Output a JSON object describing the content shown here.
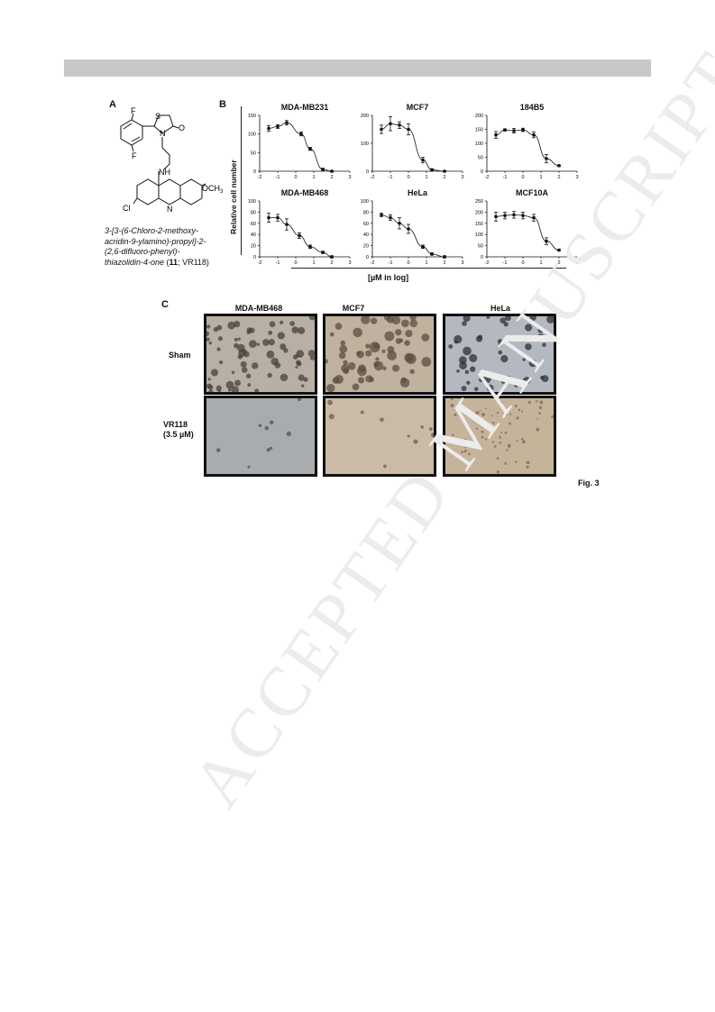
{
  "panel_labels": {
    "a": "A",
    "b": "B",
    "c": "C"
  },
  "structure": {
    "atoms": {
      "s": "S",
      "n": "N",
      "o": "O",
      "f1": "F",
      "f2": "F",
      "nh": "NH",
      "och3": "OCH",
      "och3_sub": "3",
      "cl": "Cl",
      "acridine_n": "N"
    },
    "caption": {
      "line1": "3-[3-(6-Chloro-2-methoxy-",
      "line2": "acridin-9-ylamino)-propyl]-2-",
      "line3": "(2,6-difluoro-phenyl)-",
      "line4a": "thiazolidin-4-one",
      "line4b": " (",
      "line4c": "11",
      "line4d": "; VR118)"
    }
  },
  "y_axis_label": "Relative cell number",
  "x_axis_label": "[µM in log]",
  "chart_data": [
    {
      "type": "scatter",
      "title": "MDA-MB231",
      "xlim": [
        -2,
        3
      ],
      "ylim": [
        0,
        150
      ],
      "xticks": [
        -2,
        -1,
        0,
        1,
        2,
        3
      ],
      "yticks": [
        0,
        50,
        100,
        150
      ],
      "x": [
        -1.5,
        -1,
        -0.5,
        0.3,
        0.8,
        1.5,
        2
      ],
      "y": [
        115,
        120,
        130,
        100,
        60,
        5,
        0
      ],
      "err": [
        8,
        5,
        6,
        5,
        4,
        3,
        2
      ]
    },
    {
      "type": "scatter",
      "title": "MCF7",
      "xlim": [
        -2,
        3
      ],
      "ylim": [
        0,
        200
      ],
      "xticks": [
        -2,
        -1,
        0,
        1,
        2,
        3
      ],
      "yticks": [
        0,
        100,
        200
      ],
      "x": [
        -1.5,
        -1,
        -0.5,
        0,
        0.8,
        1.3,
        2
      ],
      "y": [
        150,
        170,
        165,
        150,
        40,
        5,
        0
      ],
      "err": [
        15,
        25,
        12,
        20,
        10,
        4,
        2
      ]
    },
    {
      "type": "scatter",
      "title": "184B5",
      "xlim": [
        -2,
        3
      ],
      "ylim": [
        0,
        200
      ],
      "xticks": [
        -2,
        -1,
        0,
        1,
        2,
        3
      ],
      "yticks": [
        0,
        50,
        100,
        150,
        200
      ],
      "x": [
        -1.5,
        -1,
        -0.5,
        0,
        0.6,
        1.3,
        2
      ],
      "y": [
        130,
        148,
        145,
        148,
        130,
        45,
        20
      ],
      "err": [
        12,
        4,
        8,
        6,
        10,
        15,
        3
      ]
    },
    {
      "type": "scatter",
      "title": "MDA-MB468",
      "xlim": [
        -2,
        3
      ],
      "ylim": [
        0,
        100
      ],
      "xticks": [
        -2,
        -1,
        0,
        1,
        2,
        3
      ],
      "yticks": [
        0,
        20,
        40,
        60,
        80,
        100
      ],
      "x": [
        -1.5,
        -1,
        -0.5,
        0.2,
        0.8,
        1.5,
        2
      ],
      "y": [
        70,
        70,
        58,
        38,
        18,
        8,
        0
      ],
      "err": [
        8,
        6,
        10,
        5,
        3,
        2,
        2
      ]
    },
    {
      "type": "scatter",
      "title": "HeLa",
      "xlim": [
        -2,
        3
      ],
      "ylim": [
        0,
        100
      ],
      "xticks": [
        -2,
        -1,
        0,
        1,
        2,
        3
      ],
      "yticks": [
        0,
        20,
        40,
        60,
        80,
        100
      ],
      "x": [
        -1.5,
        -1,
        -0.5,
        0,
        0.8,
        1.3,
        2
      ],
      "y": [
        75,
        70,
        60,
        50,
        18,
        5,
        0
      ],
      "err": [
        3,
        5,
        10,
        8,
        3,
        2,
        2
      ]
    },
    {
      "type": "scatter",
      "title": "MCF10A",
      "xlim": [
        -2,
        3
      ],
      "ylim": [
        0,
        250
      ],
      "xticks": [
        -2,
        -1,
        0,
        1,
        2,
        3
      ],
      "yticks": [
        0,
        50,
        100,
        150,
        200,
        250
      ],
      "x": [
        -1.5,
        -1,
        -0.5,
        0,
        0.6,
        1.3,
        2
      ],
      "y": [
        180,
        185,
        188,
        185,
        175,
        70,
        30
      ],
      "err": [
        20,
        15,
        15,
        15,
        15,
        15,
        3
      ]
    }
  ],
  "colony_assay": {
    "columns": [
      "MDA-MB468",
      "MCF7",
      "HeLa"
    ],
    "row_sham": "Sham",
    "row_treat_line1": "VR118",
    "row_treat_line2": "(3.5 µM)"
  },
  "fig_label": "Fig. 3",
  "watermark": "ACCEPTED MANUSCRIPT"
}
